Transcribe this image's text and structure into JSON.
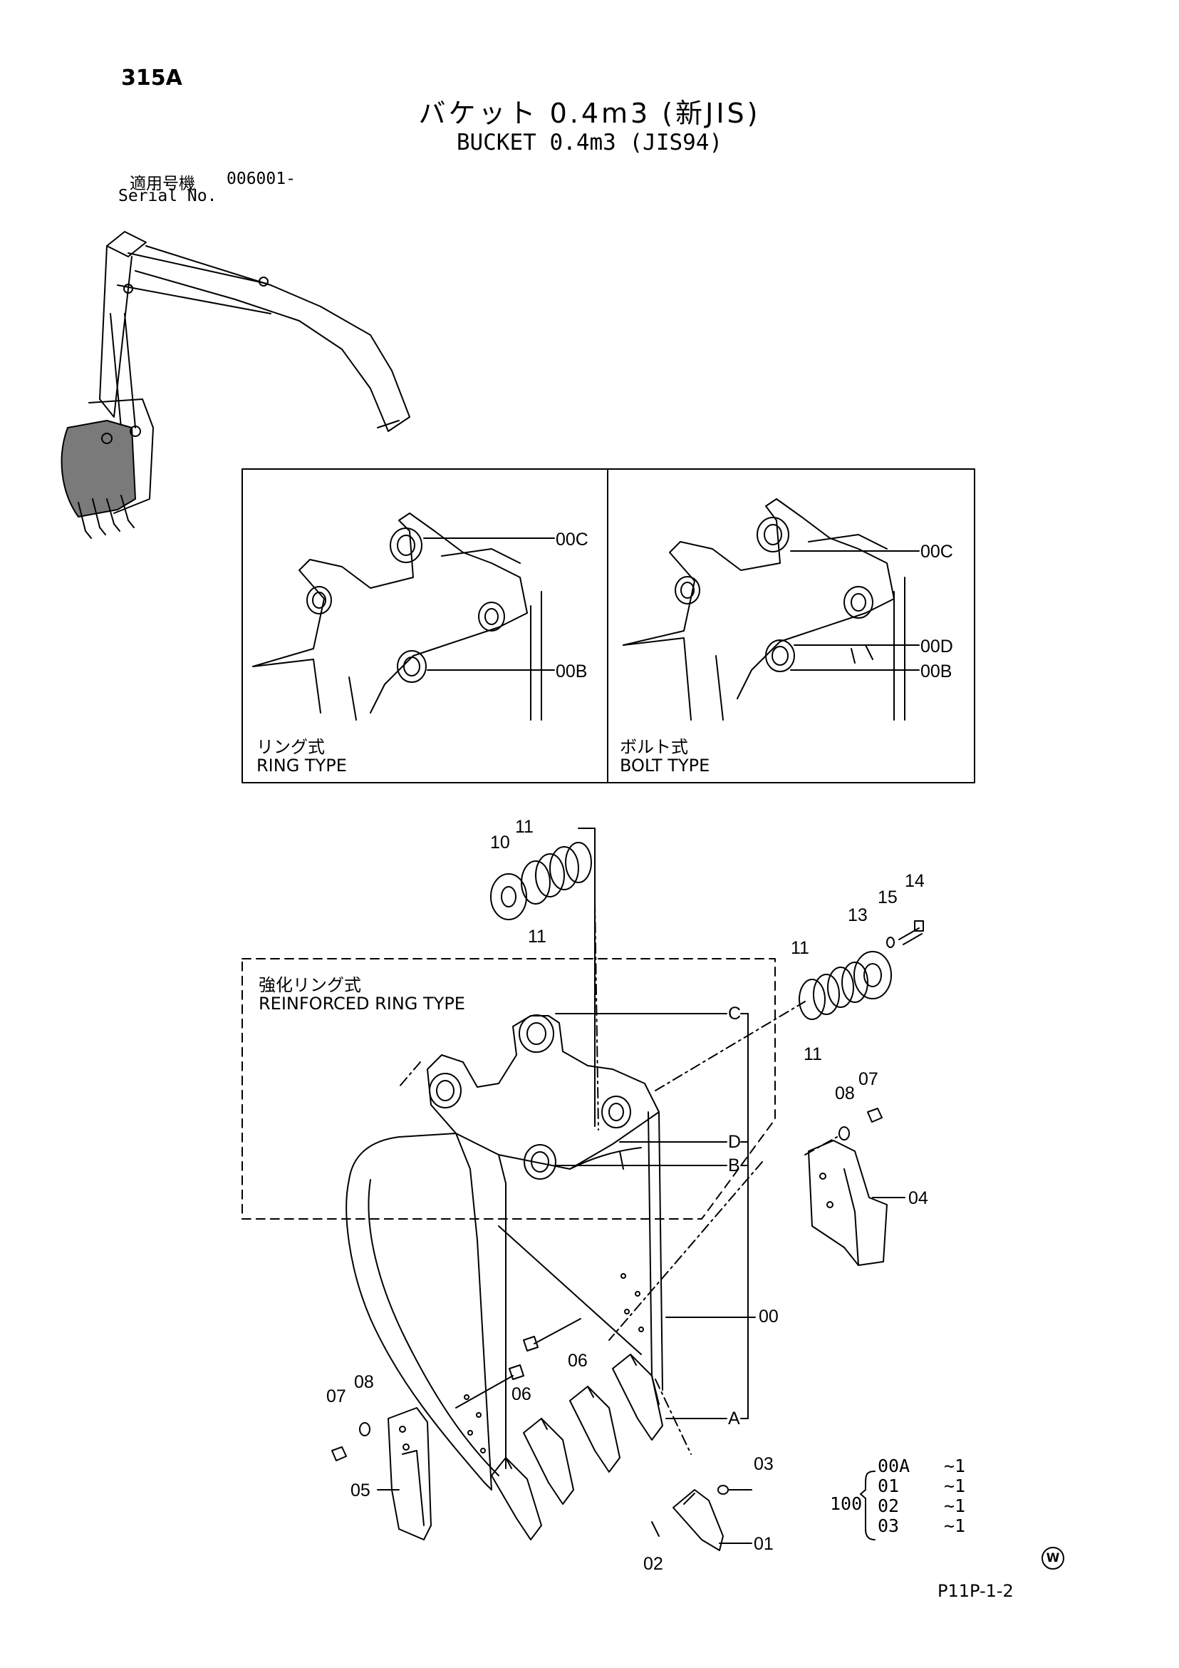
{
  "page_number": "315A",
  "title_jp": "バケット 0.4m3 (新JIS)",
  "title_en": "BUCKET 0.4m3 (JIS94)",
  "serial": {
    "label_jp": "適用号機",
    "value": "006001-",
    "label_en": "Serial No."
  },
  "inset_ring": {
    "label_jp": "リング式",
    "label_en": "RING TYPE",
    "callouts": [
      "00C",
      "00B"
    ]
  },
  "inset_bolt": {
    "label_jp": "ボルト式",
    "label_en": "BOLT TYPE",
    "callouts": [
      "00C",
      "00D",
      "00B"
    ]
  },
  "reinforced": {
    "label_jp": "強化リング式",
    "label_en": "REINFORCED RING TYPE"
  },
  "callouts": {
    "c10": "10",
    "c11a": "11",
    "c11b": "11",
    "c11c": "11",
    "c11d": "11",
    "c13": "13",
    "c14": "14",
    "c15": "15",
    "c08a": "08",
    "c07a": "07",
    "c04": "04",
    "cC": "C",
    "cD": "D",
    "cB": "B",
    "c00": "00",
    "c06a": "06",
    "c06b": "06",
    "c07b": "07",
    "c08b": "08",
    "c05": "05",
    "cA": "A",
    "c03": "03",
    "c01": "01",
    "c02": "02"
  },
  "kit": {
    "number": "100",
    "items": [
      {
        "code": "00A",
        "qty": "~1"
      },
      {
        "code": "01",
        "qty": "~1"
      },
      {
        "code": "02",
        "qty": "~1"
      },
      {
        "code": "03",
        "qty": "~1"
      }
    ]
  },
  "footer_mark": "W",
  "footer_code": "P11P-1-2"
}
